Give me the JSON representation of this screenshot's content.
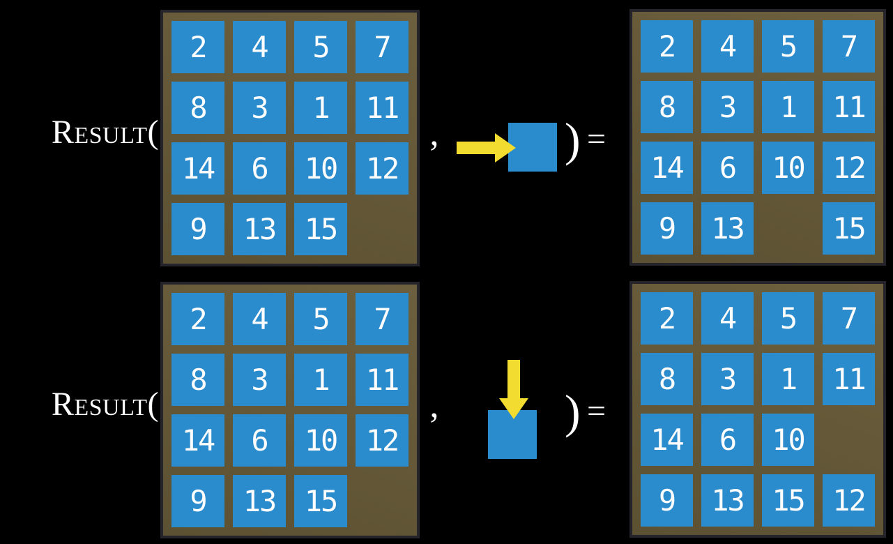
{
  "colors": {
    "background": "#000000",
    "tile_blue": "#2a8bcd",
    "board_brown_light": "#6c5f3e",
    "board_brown_dark": "#5c5132",
    "board_border": "#24242a",
    "arrow_yellow": "#f2dc2f",
    "text_white": "#ffffff"
  },
  "rows": [
    {
      "function_label": "Result(",
      "comma": ",",
      "close_paren": ")",
      "equals_sign": "=",
      "action": {
        "direction": "right",
        "icon": "right-arrow-icon"
      },
      "input_grid": [
        [
          "2",
          "4",
          "5",
          "7"
        ],
        [
          "8",
          "3",
          "1",
          "11"
        ],
        [
          "14",
          "6",
          "10",
          "12"
        ],
        [
          "9",
          "13",
          "15",
          ""
        ]
      ],
      "output_grid": [
        [
          "2",
          "4",
          "5",
          "7"
        ],
        [
          "8",
          "3",
          "1",
          "11"
        ],
        [
          "14",
          "6",
          "10",
          "12"
        ],
        [
          "9",
          "13",
          "",
          "15"
        ]
      ]
    },
    {
      "function_label": "Result(",
      "comma": ",",
      "close_paren": ")",
      "equals_sign": "=",
      "action": {
        "direction": "down",
        "icon": "down-arrow-icon"
      },
      "input_grid": [
        [
          "2",
          "4",
          "5",
          "7"
        ],
        [
          "8",
          "3",
          "1",
          "11"
        ],
        [
          "14",
          "6",
          "10",
          "12"
        ],
        [
          "9",
          "13",
          "15",
          ""
        ]
      ],
      "output_grid": [
        [
          "2",
          "4",
          "5",
          "7"
        ],
        [
          "8",
          "3",
          "1",
          "11"
        ],
        [
          "14",
          "6",
          "10",
          ""
        ],
        [
          "9",
          "13",
          "15",
          "12"
        ]
      ]
    }
  ]
}
